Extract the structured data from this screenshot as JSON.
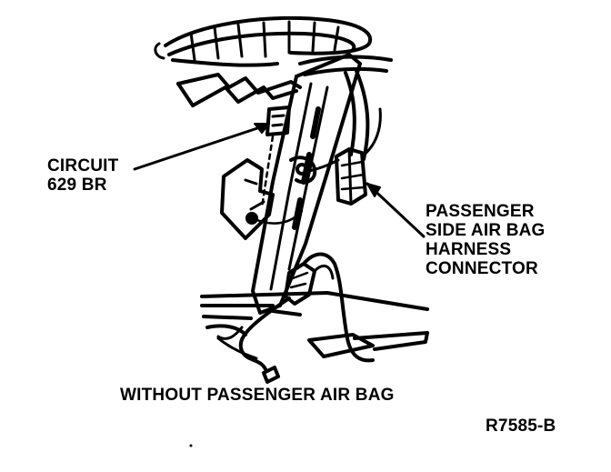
{
  "labels": {
    "circuit": "CIRCUIT\n629 BR",
    "connector": "PASSENGER\nSIDE AIR BAG\nHARNESS\nCONNECTOR"
  },
  "caption": "WITHOUT PASSENGER AIR BAG",
  "figure_id": "R7585-B"
}
